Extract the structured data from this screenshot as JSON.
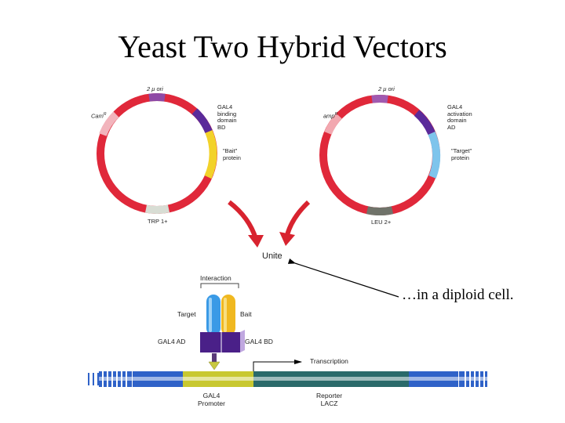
{
  "title": "Yeast Two Hybrid Vectors",
  "colors": {
    "backbone_red": "#e0283a",
    "ori_purple": "#8e4aa6",
    "domain_purple": "#5a2a9a",
    "bait_yellow": "#f2d22a",
    "target_blue": "#7ec4ec",
    "marker_pink": "#f2b4bc",
    "trp_gray": "#d8ddd4",
    "leu_dark": "#70736a",
    "dna_blue": "#2f62c8",
    "promoter_yellow": "#c8c830",
    "reporter_teal": "#2a6a6a"
  },
  "bait_plasmid": {
    "ori_label": "2 μ ori",
    "resistance_label": "Cam",
    "resistance_sup": "R",
    "domain_label_lines": [
      "GAL4",
      "binding",
      "domain",
      "BD"
    ],
    "insert_label_lines": [
      "\"Bait\"",
      "protein"
    ],
    "marker_label": "TRP 1+"
  },
  "target_plasmid": {
    "ori_label": "2 μ ori",
    "resistance_label": "amp",
    "resistance_sup": "R",
    "domain_label_lines": [
      "GAL4",
      "activation",
      "domain",
      "AD"
    ],
    "insert_label_lines": [
      "\"Target\"",
      "protein"
    ],
    "marker_label": "LEU 2+"
  },
  "unite_label": "Unite",
  "annotation": "…in a diploid cell.",
  "interaction": {
    "title": "Interaction",
    "target_label": "Target",
    "bait_label": "Bait",
    "ad_label": "GAL4 AD",
    "bd_label": "GAL4 BD"
  },
  "dna": {
    "transcription_label": "Transcription",
    "promoter_label_lines": [
      "GAL4",
      "Promoter"
    ],
    "reporter_label_lines": [
      "Reporter",
      "LACZ"
    ]
  }
}
